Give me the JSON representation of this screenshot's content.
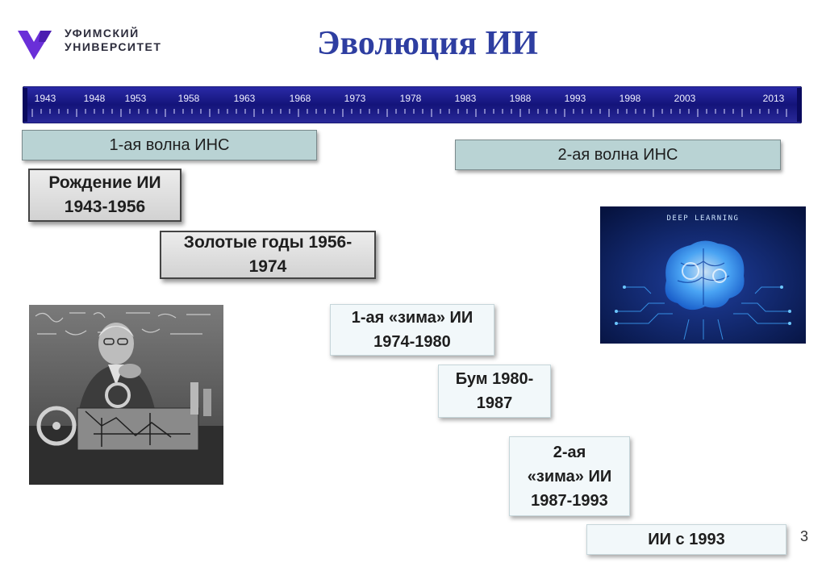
{
  "logo": {
    "line1": "УФИМСКИЙ",
    "line2": "УНИВЕРСИТЕТ",
    "color": "#6a2fd8"
  },
  "title": "Эволюция ИИ",
  "timeline": {
    "years": [
      "1943",
      "1948",
      "1953",
      "1958",
      "1963",
      "1968",
      "1973",
      "1978",
      "1983",
      "1988",
      "1993",
      "1998",
      "2003",
      "2013"
    ]
  },
  "waves": {
    "first": "1-ая волна ИНС",
    "second": "2-ая волна ИНС"
  },
  "periods": {
    "birth": [
      "Рождение ИИ",
      "1943-1956"
    ],
    "golden": [
      "Золотые годы 1956-",
      "1974"
    ],
    "winter1": [
      "1-ая «зима» ИИ",
      "1974-1980"
    ],
    "boom": [
      "Бум 1980-",
      "1987"
    ],
    "winter2": [
      "2-ая",
      "«зима» ИИ",
      "1987-1993"
    ],
    "ai1993": "ИИ с 1993"
  },
  "image_text": {
    "deep_learning": "DEEP LEARNING"
  },
  "page_number": "3",
  "colors": {
    "title": "#2e3ea1",
    "wave_fill": "#b9d3d4",
    "timeline_bg": "#1a1a8c"
  }
}
